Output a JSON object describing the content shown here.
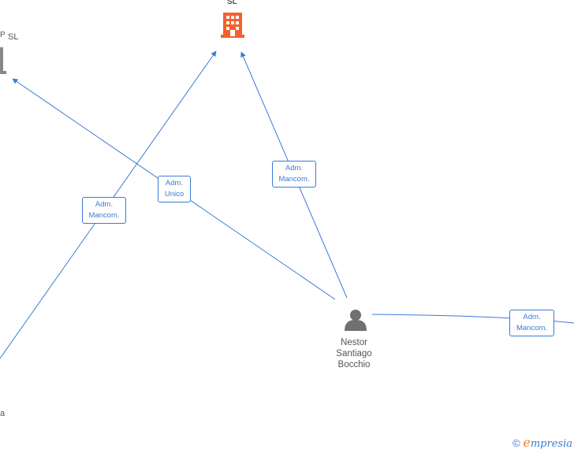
{
  "colors": {
    "edge": "#3a7bd5",
    "company_active": "#f4612b",
    "company_inactive": "#888888",
    "person": "#707070",
    "brand_e": "#f58220"
  },
  "nodes": {
    "company_top": {
      "label": "SL",
      "icon": "building-icon"
    },
    "company_left": {
      "label": "SL",
      "prefix": "P",
      "icon": "building-icon"
    },
    "company_bottom_left": {
      "label": "a"
    },
    "person": {
      "name": "Nestor\nSantiago\nBocchio",
      "icon": "person-icon"
    }
  },
  "edges": [
    {
      "label_line1": "Adm.",
      "label_line2": "Mancom."
    },
    {
      "label_line1": "Adm.",
      "label_line2": "Unico"
    },
    {
      "label_line1": "Adm.",
      "label_line2": "Mancom."
    },
    {
      "label_line1": "Adm.",
      "label_line2": "Mancom."
    }
  ],
  "footer": {
    "copyright": "©",
    "brand_initial": "e",
    "brand_rest": "mpresia"
  }
}
